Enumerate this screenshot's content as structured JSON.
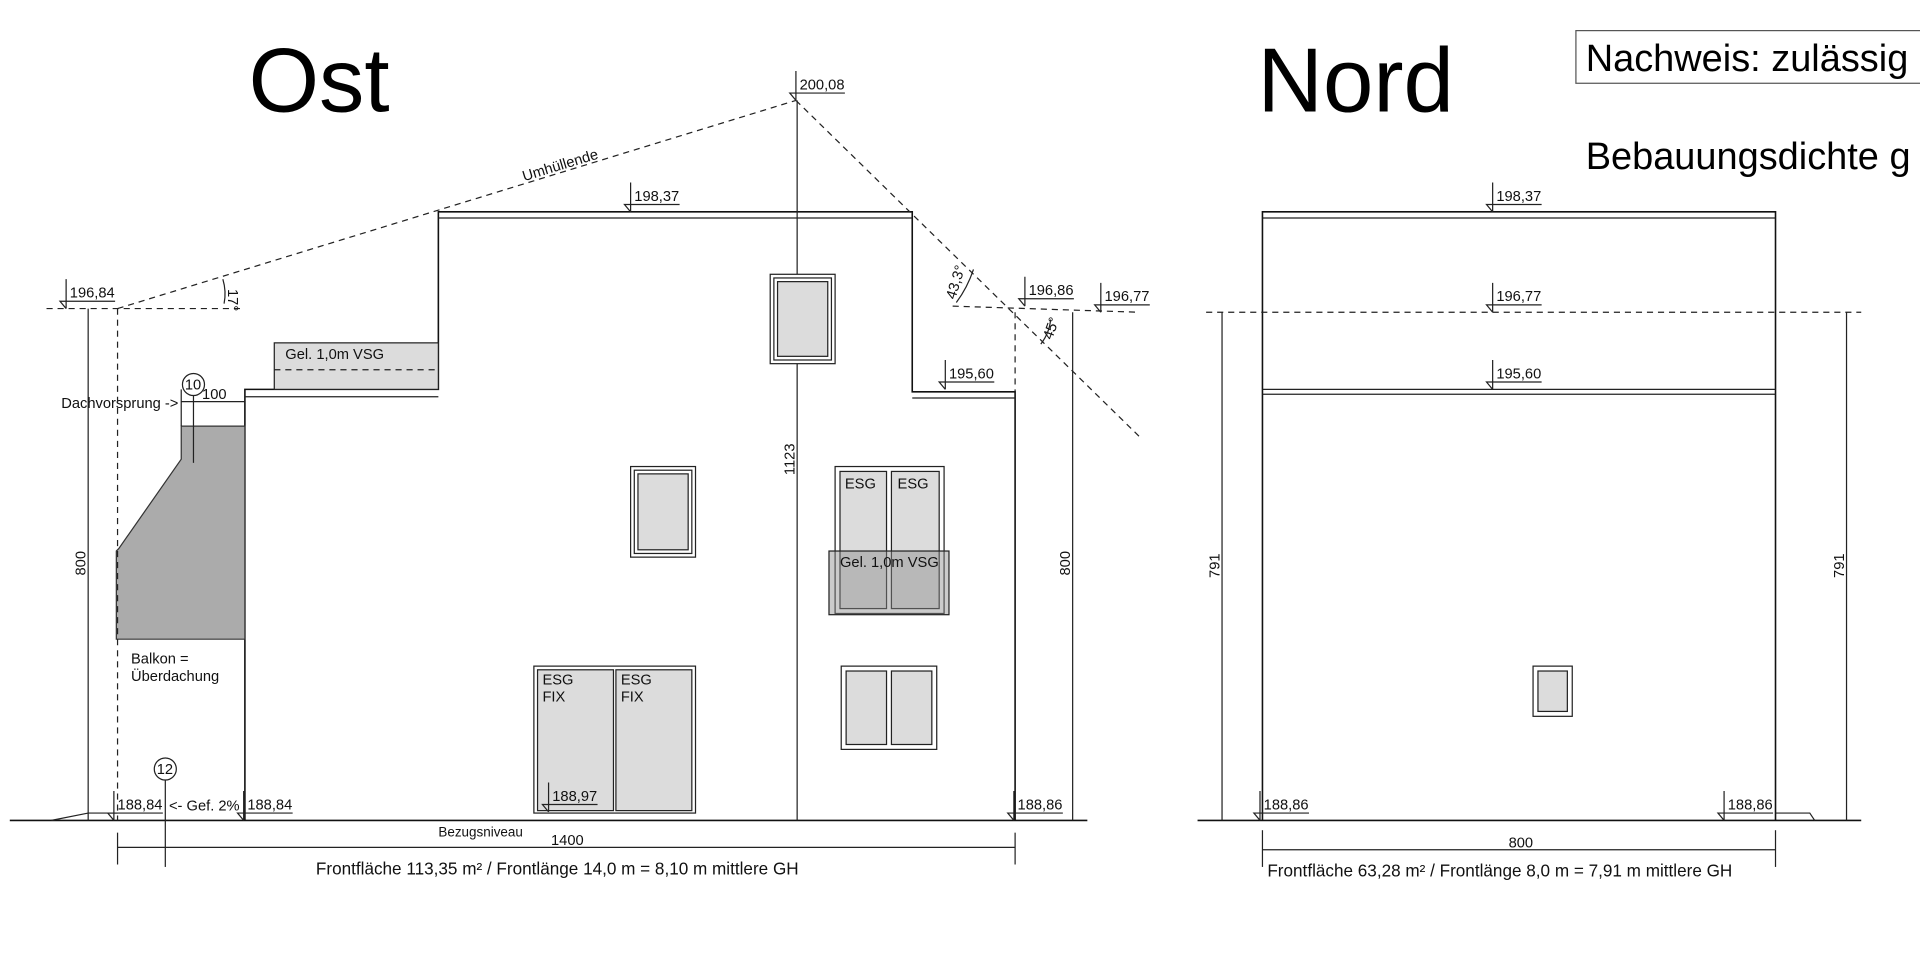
{
  "east": {
    "title": "Ost",
    "labels": {
      "envelope": "Umhüllende",
      "railing_top": "Gel. 1,0m VSG",
      "railing_window": "Gel. 1,0m VSG",
      "roof_overhang": "Dachvorsprung ->",
      "balcony_1": "Balkon =",
      "balcony_2": "Überdachung",
      "slope": "<- Gef. 2%",
      "reference": "Bezugsniveau",
      "esg_1": "ESG",
      "esg_2": "ESG",
      "esg_fix_1a": "ESG",
      "esg_fix_1b": "FIX",
      "esg_fix_2a": "ESG",
      "esg_fix_2b": "FIX"
    },
    "levels": {
      "peak": "200,08",
      "roof": "198,37",
      "eave_left": "196,84",
      "eave_right": "196,86",
      "eave_right2": "196,77",
      "lower_roof": "195,60",
      "ground_left": "188,84",
      "ground_mid": "188,84",
      "door": "188,97",
      "ground_right": "188,86"
    },
    "angles": {
      "left": "17°",
      "right_upper": "43,3°",
      "right_lower": "45°"
    },
    "callouts": {
      "c10": "10",
      "c12": "12"
    },
    "dimensions": {
      "overhang": "100",
      "height_total": "1123",
      "height_left": "800",
      "height_right": "800",
      "width": "1400"
    },
    "caption": "Frontfläche 113,35 m² / Frontlänge 14,0 m = 8,10 m mittlere GH"
  },
  "north": {
    "title": "Nord",
    "levels": {
      "roof": "198,37",
      "eave": "196,77",
      "lower": "195,60",
      "ground_left": "188,86",
      "ground_right": "188,86"
    },
    "dimensions": {
      "height_left": "791",
      "height_right": "791",
      "width": "800"
    },
    "caption": "Frontfläche 63,28 m² / Frontlänge 8,0 m = 7,91 m mittlere GH"
  },
  "proof": {
    "heading": "Nachweis: zulässig",
    "subheading": "Bebauungsdichte g"
  }
}
